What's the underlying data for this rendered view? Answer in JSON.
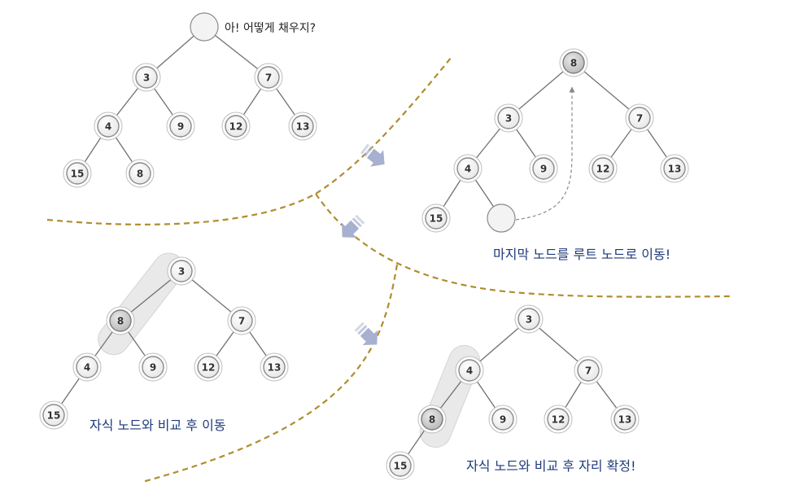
{
  "colors": {
    "divider": "#B08D2E",
    "arrow": "#A7B0CE",
    "caption": "#1F3A7A",
    "node_fill": "#FAFAFA",
    "node_ring": "#8A8A8A",
    "node_highlight": "#CFCFCF",
    "edge": "#707070",
    "highlight_band": "#E9E9E9"
  },
  "step1": {
    "question": "아! 어떻게 채우지?",
    "nodes": {
      "n3": "3",
      "n7": "7",
      "n4": "4",
      "n9": "9",
      "n12": "12",
      "n13": "13",
      "n15": "15",
      "n8": "8"
    }
  },
  "step2": {
    "caption": "마지막 노드를 루트 노드로 이동!",
    "nodes": {
      "root": "8",
      "n3": "3",
      "n7": "7",
      "n4": "4",
      "n9": "9",
      "n12": "12",
      "n13": "13",
      "n15": "15"
    }
  },
  "step3": {
    "caption": "자식 노드와 비교 후 이동",
    "nodes": {
      "root": "3",
      "n8": "8",
      "n7": "7",
      "n4": "4",
      "n9": "9",
      "n12": "12",
      "n13": "13",
      "n15": "15"
    }
  },
  "step4": {
    "caption": "자식 노드와 비교 후 자리 확정!",
    "nodes": {
      "root": "3",
      "n4": "4",
      "n7": "7",
      "n8": "8",
      "n9": "9",
      "n12": "12",
      "n13": "13",
      "n15": "15"
    }
  }
}
